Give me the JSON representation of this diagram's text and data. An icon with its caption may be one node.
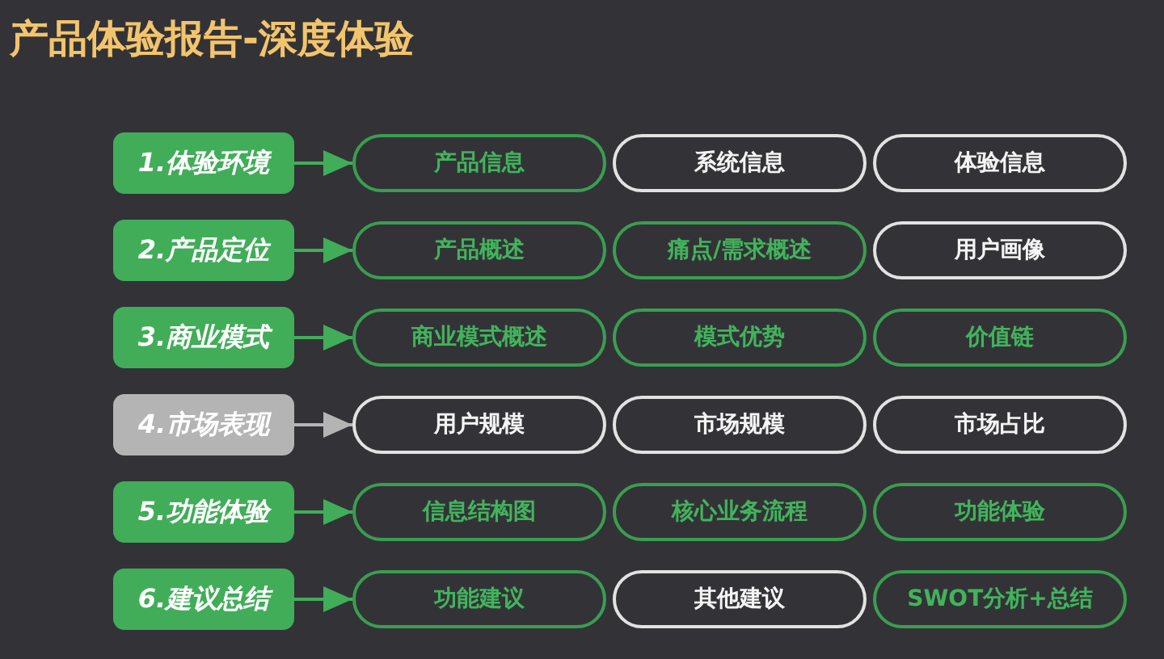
{
  "diagram": {
    "title": "产品体验报告-深度体验",
    "nodes": [
      {
        "text": [
          "1.体验环境"
        ]
      },
      {
        "text": [
          "产品信息"
        ]
      },
      {
        "text": [
          "系统信息"
        ]
      },
      {
        "text": [
          "体验信息"
        ]
      },
      {
        "text": [
          "2.产品定位"
        ]
      },
      {
        "text": [
          "产品概述"
        ]
      },
      {
        "text": [
          "痛点/需求概述"
        ]
      },
      {
        "text": [
          "用户画像"
        ]
      },
      {
        "text": [
          "3.商业模式"
        ]
      },
      {
        "text": [
          "商业模式概述"
        ]
      },
      {
        "text": [
          "模式优势"
        ]
      },
      {
        "text": [
          "价值链"
        ]
      },
      {
        "text": [
          "4.市场表现"
        ]
      },
      {
        "text": [
          "用户规模"
        ]
      },
      {
        "text": [
          "市场规模"
        ]
      },
      {
        "text": [
          "市场占比"
        ]
      },
      {
        "text": [
          "5.功能体验"
        ]
      },
      {
        "text": [
          "信息结构图"
        ]
      },
      {
        "text": [
          "核心业务流程"
        ]
      },
      {
        "text": [
          "功能体验"
        ]
      },
      {
        "text": [
          "6.建议总结"
        ]
      },
      {
        "text": [
          "功能建议"
        ]
      },
      {
        "text": [
          "其他建议"
        ]
      },
      {
        "text": [
          "SWOT分析+总结"
        ]
      }
    ],
    "edges": [
      {
        "from": 0,
        "to": 1,
        "arrow": "to"
      },
      {
        "from": 4,
        "to": 5,
        "arrow": "to"
      },
      {
        "from": 8,
        "to": 9,
        "arrow": "to"
      },
      {
        "from": 12,
        "to": 13,
        "arrow": "to",
        "color": "#b4b4b4"
      },
      {
        "from": 16,
        "to": 17,
        "arrow": "to"
      },
      {
        "from": 20,
        "to": 21,
        "arrow": "to"
      }
    ]
  }
}
